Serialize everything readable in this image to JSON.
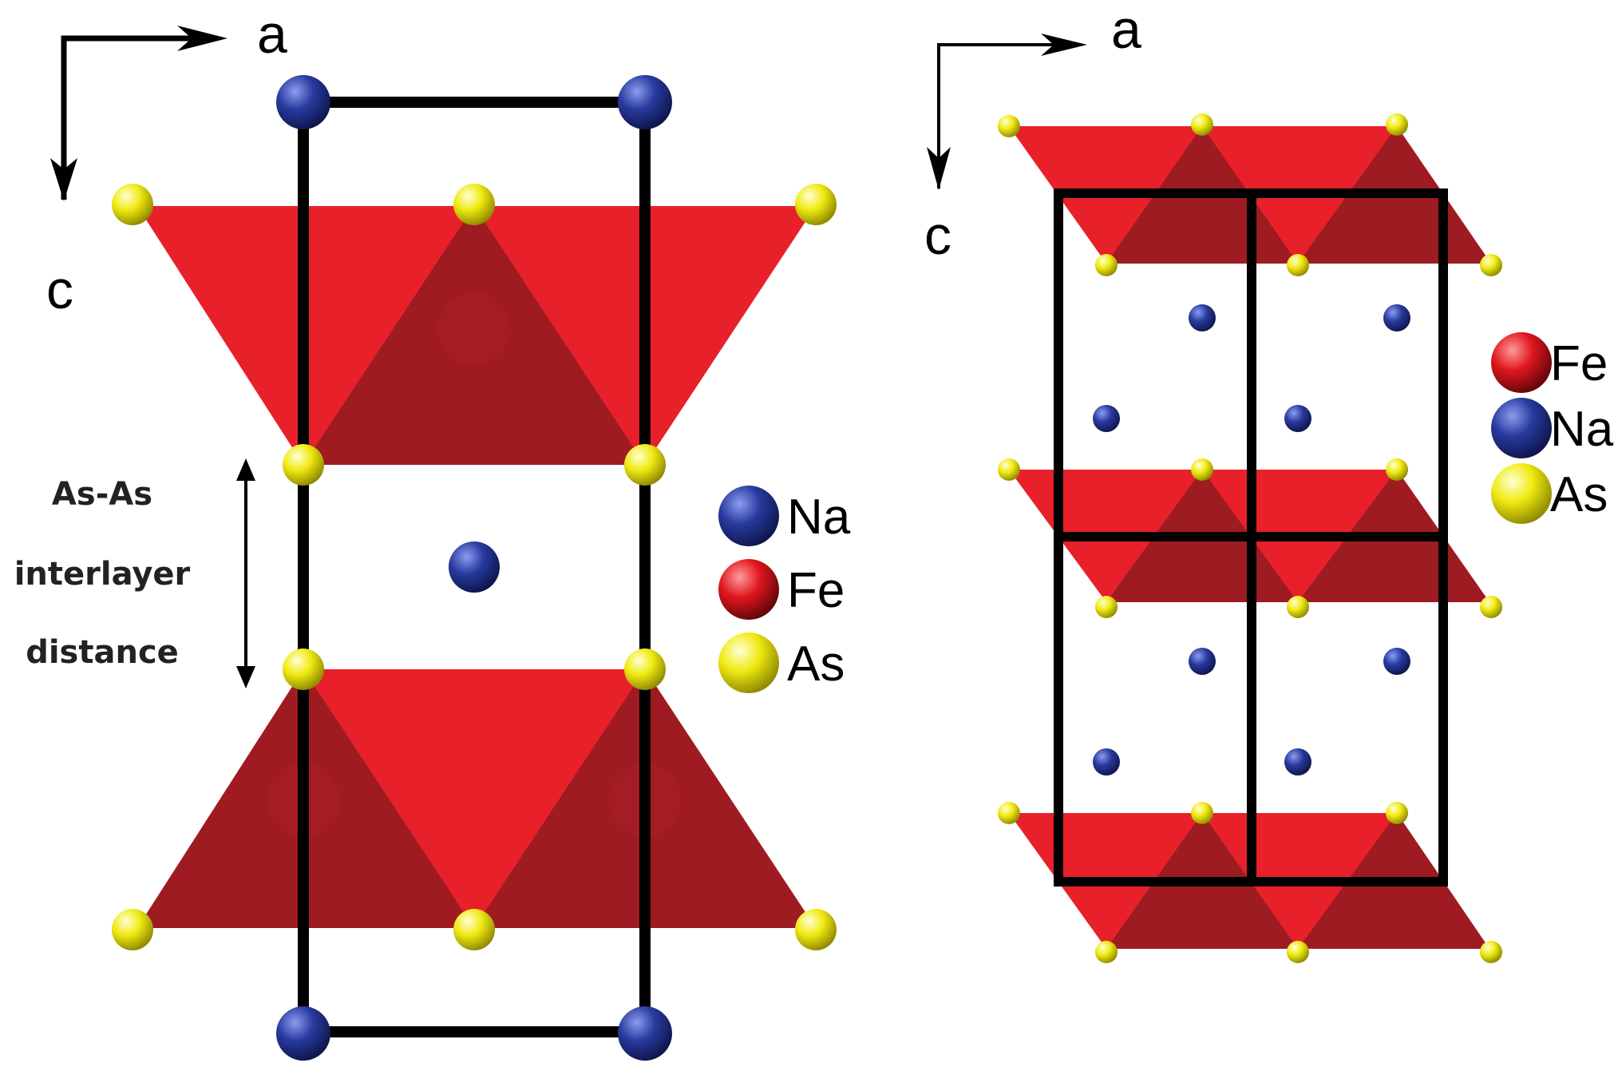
{
  "colors": {
    "fe_light": "#e8202a",
    "fe_dark": "#9e1b22",
    "na": "#283a9e",
    "as": "#f0ea12",
    "cell": "#000000"
  },
  "left_panel": {
    "axis_a": "a",
    "axis_c": "c",
    "annotation": [
      "As-As",
      "interlayer",
      "distance"
    ],
    "legend": [
      {
        "label": "Na",
        "kind": "na"
      },
      {
        "label": "Fe",
        "kind": "fe"
      },
      {
        "label": "As",
        "kind": "as"
      }
    ]
  },
  "right_panel": {
    "axis_a": "a",
    "axis_c": "c",
    "legend": [
      {
        "label": "Fe",
        "kind": "fe"
      },
      {
        "label": "Na",
        "kind": "na"
      },
      {
        "label": "As",
        "kind": "as"
      }
    ]
  }
}
